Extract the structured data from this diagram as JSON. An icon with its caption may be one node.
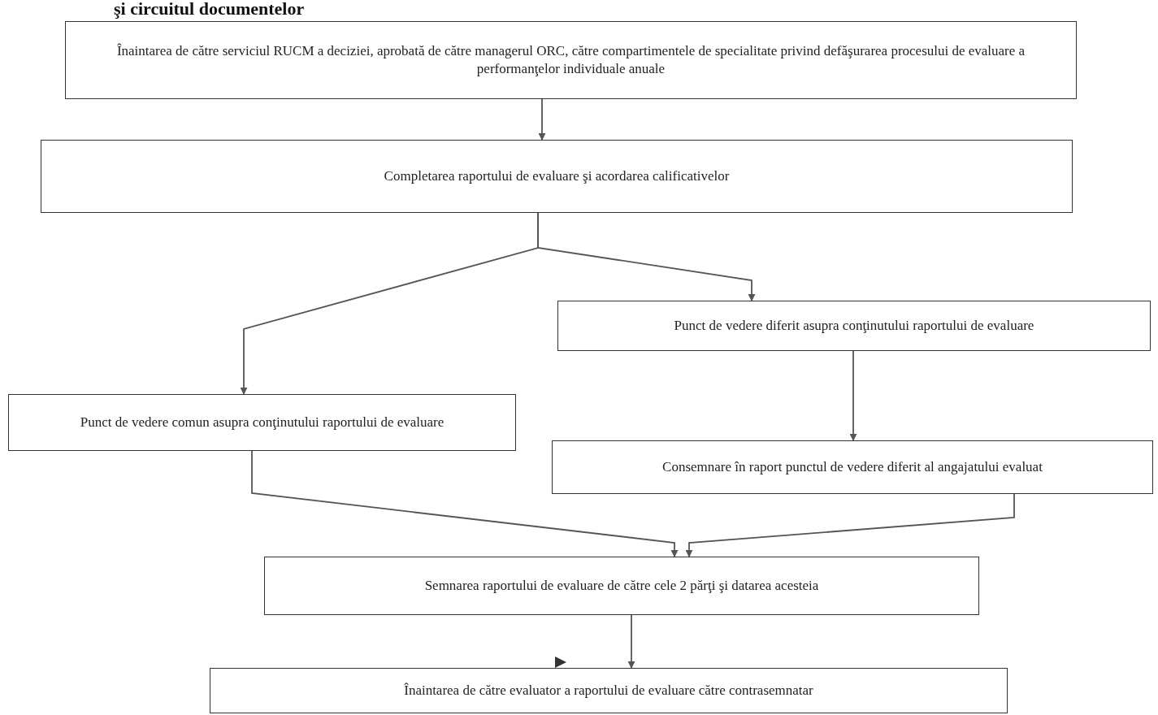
{
  "diagram": {
    "title": "şi circuitul documentelor",
    "nodes": [
      {
        "text": [
          "Înaintarea de către serviciul RUCM a deciziei, aprobată de către managerul ORC, către compartimentele de specialitate privind defăşurarea procesului de evaluare a performanţelor individuale anuale"
        ]
      },
      {
        "text": [
          "Completarea raportului  de evaluare şi acordarea calificativelor"
        ]
      },
      {
        "text": [
          "Punct de vedere diferit asupra conţinutului raportului de evaluare"
        ]
      },
      {
        "text": [
          "Punct de vedere comun asupra conţinutului raportului de evaluare"
        ]
      },
      {
        "text": [
          "Consemnare în raport punctul de vedere diferit al angajatului evaluat"
        ]
      },
      {
        "text": [
          "Semnarea raportului de evaluare de către cele 2 părţi şi datarea acesteia"
        ]
      },
      {
        "text": [
          "Înaintarea de către evaluator a raportului de evaluare către contrasemnatar"
        ]
      }
    ],
    "edges": [
      {
        "from": 0,
        "to": 1,
        "arrow": "to"
      },
      {
        "from": 1,
        "to": 3,
        "arrow": "to"
      },
      {
        "from": 1,
        "to": 2,
        "arrow": "to"
      },
      {
        "from": 2,
        "to": 4,
        "arrow": "to"
      },
      {
        "from": 3,
        "to": 5,
        "arrow": "to"
      },
      {
        "from": 4,
        "to": 5,
        "arrow": "to"
      },
      {
        "from": 5,
        "to": 6,
        "arrow": "to"
      }
    ]
  }
}
